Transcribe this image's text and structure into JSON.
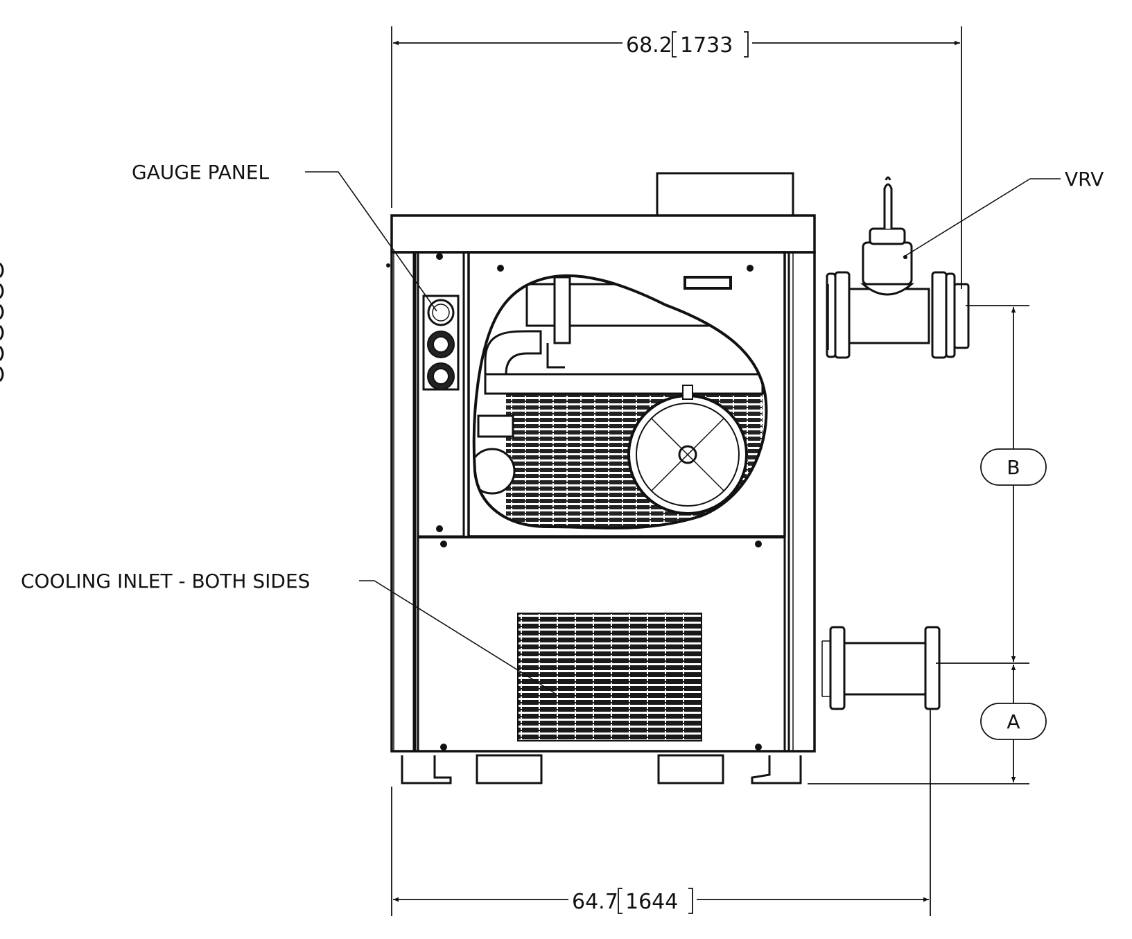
{
  "dimensions": {
    "overall_width": {
      "value": "68.2",
      "metric": "1733"
    },
    "base_width": {
      "value": "64.7",
      "metric": "1644"
    },
    "height_b": "B",
    "height_a": "A"
  },
  "callouts": {
    "gauge_panel": "GAUGE PANEL",
    "vrv": "VRV",
    "cooling_inlet": "COOLING INLET - BOTH SIDES"
  }
}
